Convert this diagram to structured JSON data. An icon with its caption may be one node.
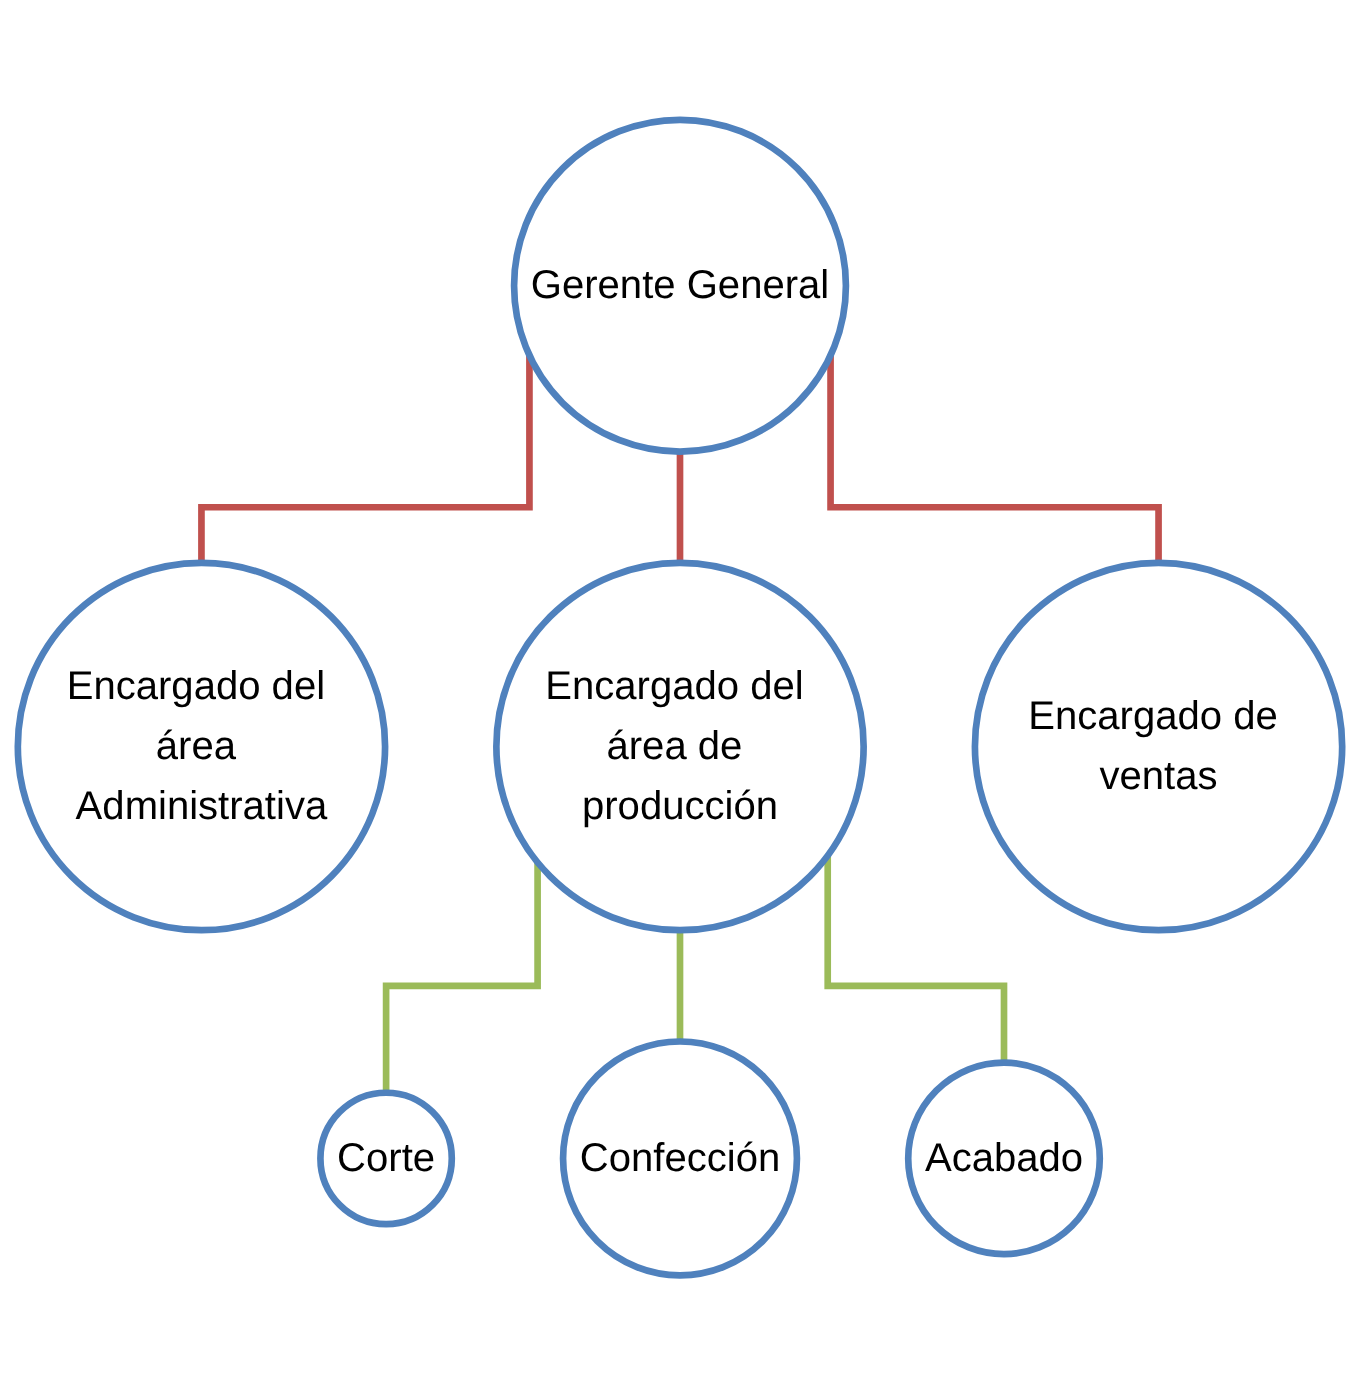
{
  "diagram": {
    "nodes": [
      {
        "text": [
          "Gerente General"
        ]
      },
      {
        "text": [
          "Encargado del área Administrativa"
        ]
      },
      {
        "text": [
          "Encargado del área de producción"
        ]
      },
      {
        "text": [
          "Encargado de ventas"
        ]
      },
      {
        "text": [
          "Corte"
        ]
      },
      {
        "text": [
          "Confección"
        ]
      },
      {
        "text": [
          "Acabado"
        ]
      }
    ],
    "edges": [
      {
        "from": 0,
        "to": 1,
        "arrow": "none",
        "color": "#c0504d"
      },
      {
        "from": 0,
        "to": 2,
        "arrow": "none",
        "color": "#c0504d"
      },
      {
        "from": 0,
        "to": 3,
        "arrow": "none",
        "color": "#c0504d"
      },
      {
        "from": 2,
        "to": 4,
        "arrow": "none",
        "color": "#9bbb59"
      },
      {
        "from": 2,
        "to": 5,
        "arrow": "none",
        "color": "#9bbb59"
      },
      {
        "from": 2,
        "to": 6,
        "arrow": "none",
        "color": "#9bbb59"
      }
    ]
  }
}
